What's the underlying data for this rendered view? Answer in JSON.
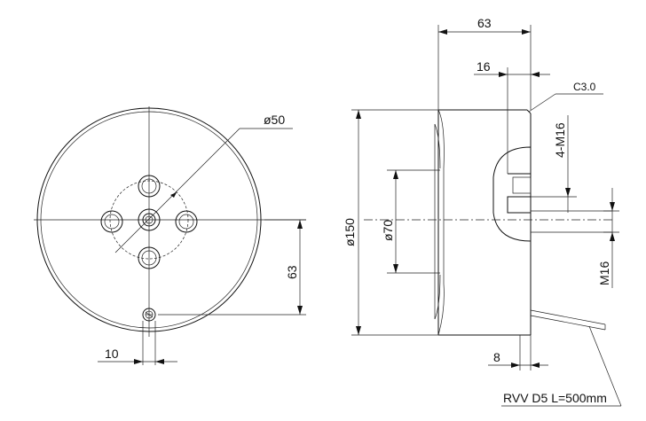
{
  "front_view": {
    "dim_diameter_pattern": "ø50",
    "dim_height_offset": "63",
    "dim_bolt_width": "10"
  },
  "side_view": {
    "dim_depth": "63",
    "dim_boss": "16",
    "dim_chamfer": "C3.0",
    "dim_outer_diameter": "ø150",
    "dim_inner_diameter": "ø70",
    "dim_thread_holes": "4-M16",
    "dim_thread": "M16",
    "dim_cable_offset": "8",
    "cable_spec": "RVV D5 L=500mm"
  }
}
